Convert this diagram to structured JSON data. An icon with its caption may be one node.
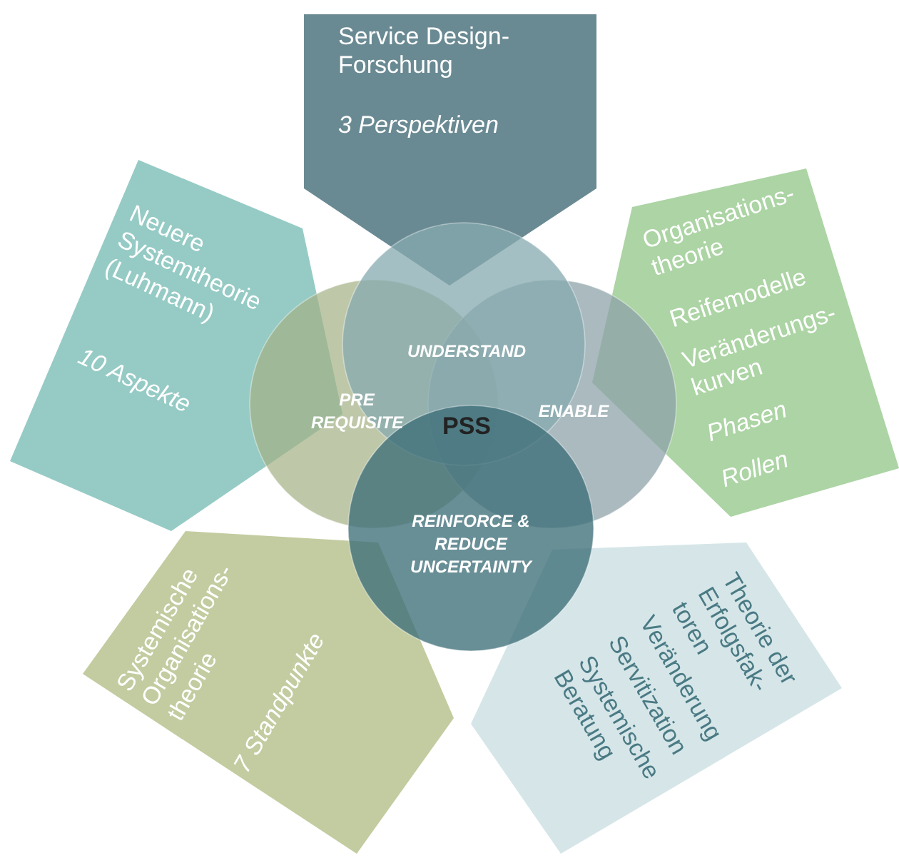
{
  "diagram": {
    "nodes": [
      {
        "text": [
          "Service Design- Forschung",
          "3 Perspektiven"
        ]
      },
      {
        "text": [
          "Neuere Systemtheorie (Luhmann)",
          "10 Aspekte"
        ]
      },
      {
        "text": [
          "Organisations- theorie",
          "Reifemodelle",
          "Veränderungs- kurven",
          "Phasen",
          "Rollen"
        ]
      },
      {
        "text": [
          "Systemische Organisations- theorie",
          "7 Standpunkte"
        ]
      },
      {
        "text": [
          "Theorie der Erfolgsfak- toren",
          "Veränderung",
          "Servitization",
          "Systemische Beratung"
        ]
      },
      {
        "text": [
          "UNDERSTAND"
        ]
      },
      {
        "text": [
          "PRE REQUISITE"
        ]
      },
      {
        "text": [
          "ENABLE"
        ]
      },
      {
        "text": [
          "REINFORCE & REDUCE UNCERTAINTY"
        ]
      },
      {
        "text": [
          "PSS"
        ]
      }
    ]
  }
}
